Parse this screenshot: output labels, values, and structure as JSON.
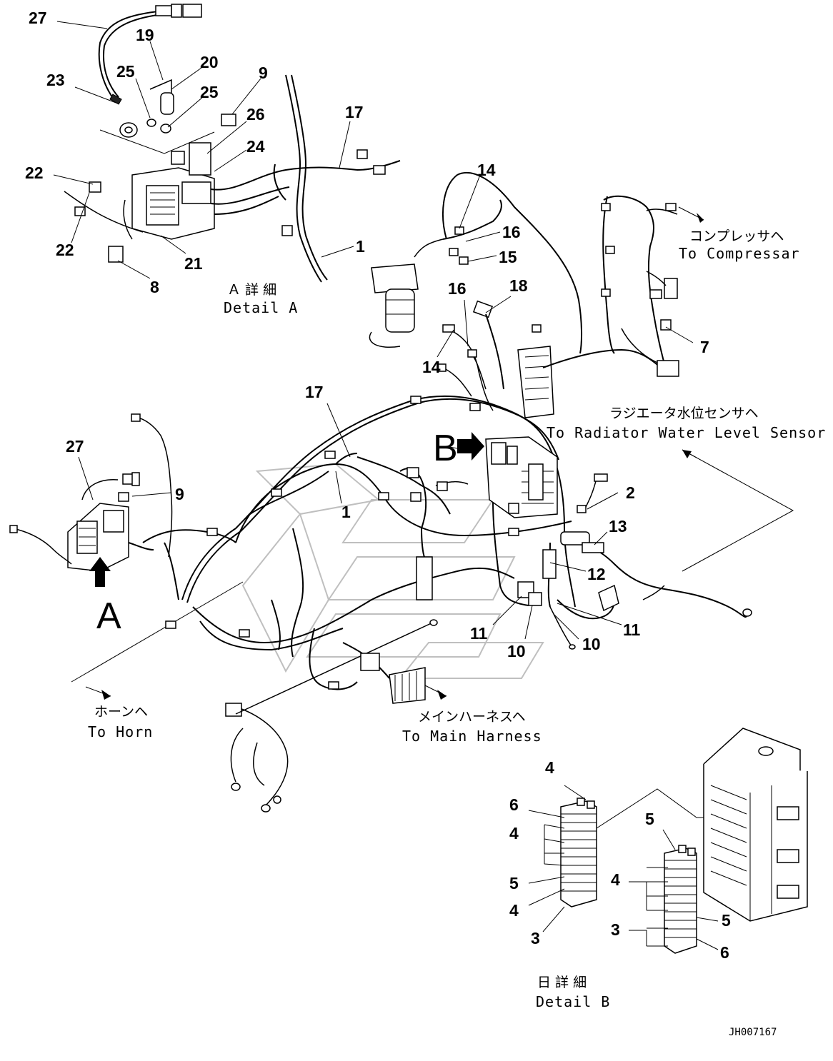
{
  "drawing": {
    "code": "JH007167",
    "views": {
      "detail_a": {
        "jp": "Ａ 詳 細",
        "en": "Detail A"
      },
      "detail_b": {
        "jp": "日 詳 細",
        "en": "Detail B"
      },
      "view_a_letter": "A",
      "view_b_letter": "B"
    },
    "destinations": {
      "compressor": {
        "jp": "コンプレッサヘ",
        "en": "To Compressar"
      },
      "radiator": {
        "jp": "ラジエータ水位センサヘ",
        "en": "To Radiator Water Level Sensor"
      },
      "horn": {
        "jp": "ホーンヘ",
        "en": "To Horn"
      },
      "main_harness": {
        "jp": "メインハーネスヘ",
        "en": "To Main Harness"
      }
    },
    "callouts": {
      "c27a": "27",
      "c19": "19",
      "c20": "20",
      "c23": "23",
      "c25a": "25",
      "c25b": "25",
      "c9a": "9",
      "c26": "26",
      "c24": "24",
      "c22a": "22",
      "c22b": "22",
      "c21": "21",
      "c8": "8",
      "c17a": "17",
      "c1a": "1",
      "c14a": "14",
      "c16a": "16",
      "c15": "15",
      "c16b": "16",
      "c18": "18",
      "c14b": "14",
      "c7": "7",
      "c17b": "17",
      "c27b": "27",
      "c9b": "9",
      "c1b": "1",
      "c2": "2",
      "c13": "13",
      "c12": "12",
      "c11a": "11",
      "c10a": "10",
      "c10b": "10",
      "c11b": "11",
      "c4a": "4",
      "c6a": "6",
      "c4b": "4",
      "c5a": "5",
      "c4c": "4",
      "c3a": "3",
      "c5b": "5",
      "c4d": "4",
      "c3b": "3",
      "c5c": "5",
      "c6b": "6"
    }
  }
}
